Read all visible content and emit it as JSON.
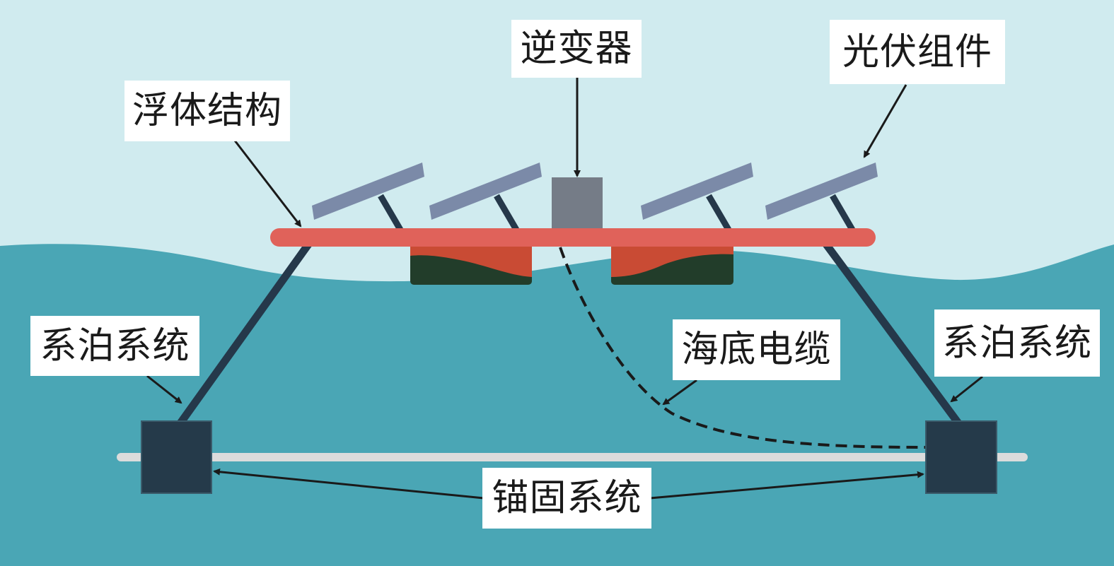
{
  "labels": {
    "inverter": "逆变器",
    "pv_module": "光伏组件",
    "float_structure": "浮体结构",
    "mooring_left": "系泊系统",
    "mooring_right": "系泊系统",
    "subsea_cable": "海底电缆",
    "anchoring": "锚固系统"
  },
  "colors": {
    "sky": "#d0ebef",
    "sea": "#4aa6b5",
    "float_beam": "#e0625a",
    "pontoon_dark": "#223d2a",
    "pontoon_red": "#c94b34",
    "panel": "#7b8aa8",
    "inverter_box": "#757c87",
    "mooring_line": "#25384a",
    "anchor_block": "#253a4a",
    "seabed_line": "#dcdcdc",
    "arrow": "#1a1a1a"
  }
}
